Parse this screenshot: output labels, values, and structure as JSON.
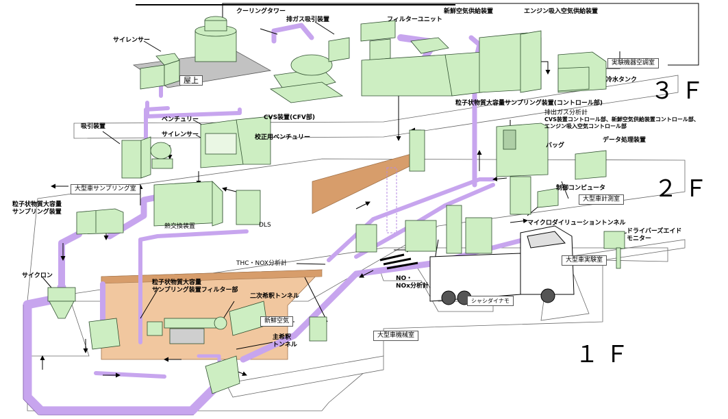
{
  "floors": {
    "f3": "３Ｆ",
    "f2": "２Ｆ",
    "f1": "１Ｆ"
  },
  "room_labels": {
    "okujo": "屋上",
    "lab_ac": "実験機器空調室",
    "sampling_room": "大型車サンプリング室",
    "measure_room": "大型車計測室",
    "lab_room": "大型車実験室",
    "machine_room": "大型車機械室",
    "chassis": "シャシダイナモ",
    "fresh_air": "新鮮空気"
  },
  "equipment_labels": {
    "cooling_tower": "クーリングタワー",
    "silencer_top": "サイレンサー",
    "exhaust_fan": "排ガス吸引装置",
    "filter_unit": "フィルターユニット",
    "fresh_air_supply": "新鮮空気供給装置",
    "engine_air_supply": "エンジン吸入空気供給装置",
    "chilled_tank": "冷水タンク",
    "pm_control": "粒子状物質大容量サンプリング装置(コントロール部)",
    "exhaust_analyzer": "排出ガス分析計",
    "cvs_control": [
      "CVS装置コントロール部、新鮮空気供給装置コントロール部、",
      "エンジン吸入空気コントロール部"
    ],
    "bag": "バッグ",
    "data_processor": "データ処理装置",
    "suction": "吸引装置",
    "venturi": "ベンチュリー",
    "silencer_mid": "サイレンサー",
    "cvs_cfv": "CVS装置(CFV部)",
    "calib_venturi": "校正用ベンチュリー",
    "control_computer": "制御コンピュータ",
    "micro_tunnel": "マイクロダイリューショントンネル",
    "driver_aid": [
      "ドライバーズエイド",
      "モニター"
    ],
    "pm_sampler": [
      "粒子状物質大容量",
      "サンプリング装置"
    ],
    "heat_exchanger": "熱交換装置",
    "dls": "DLS",
    "thc_nox": "THC・NOX分析計",
    "no_nox": [
      "NO・",
      "NOx分析計"
    ],
    "cyclone": "サイクロン",
    "pm_filter": [
      "粒子状物質大容量",
      "サンプリング装置フィルター部"
    ],
    "secondary_tunnel": "二次希釈トンネル",
    "main_tunnel": [
      "主希釈",
      "トンネル"
    ]
  },
  "colors": {
    "equipment_fill": "#cdeec2",
    "equipment_stroke": "#2d4d2d",
    "pipe": "#c7a5ee",
    "pipe_stroke": "#6a4a94",
    "pit": "#f1c79f",
    "wall": "#d79d6b",
    "slab": "#ffffff",
    "roof": "#c2c2c2"
  }
}
